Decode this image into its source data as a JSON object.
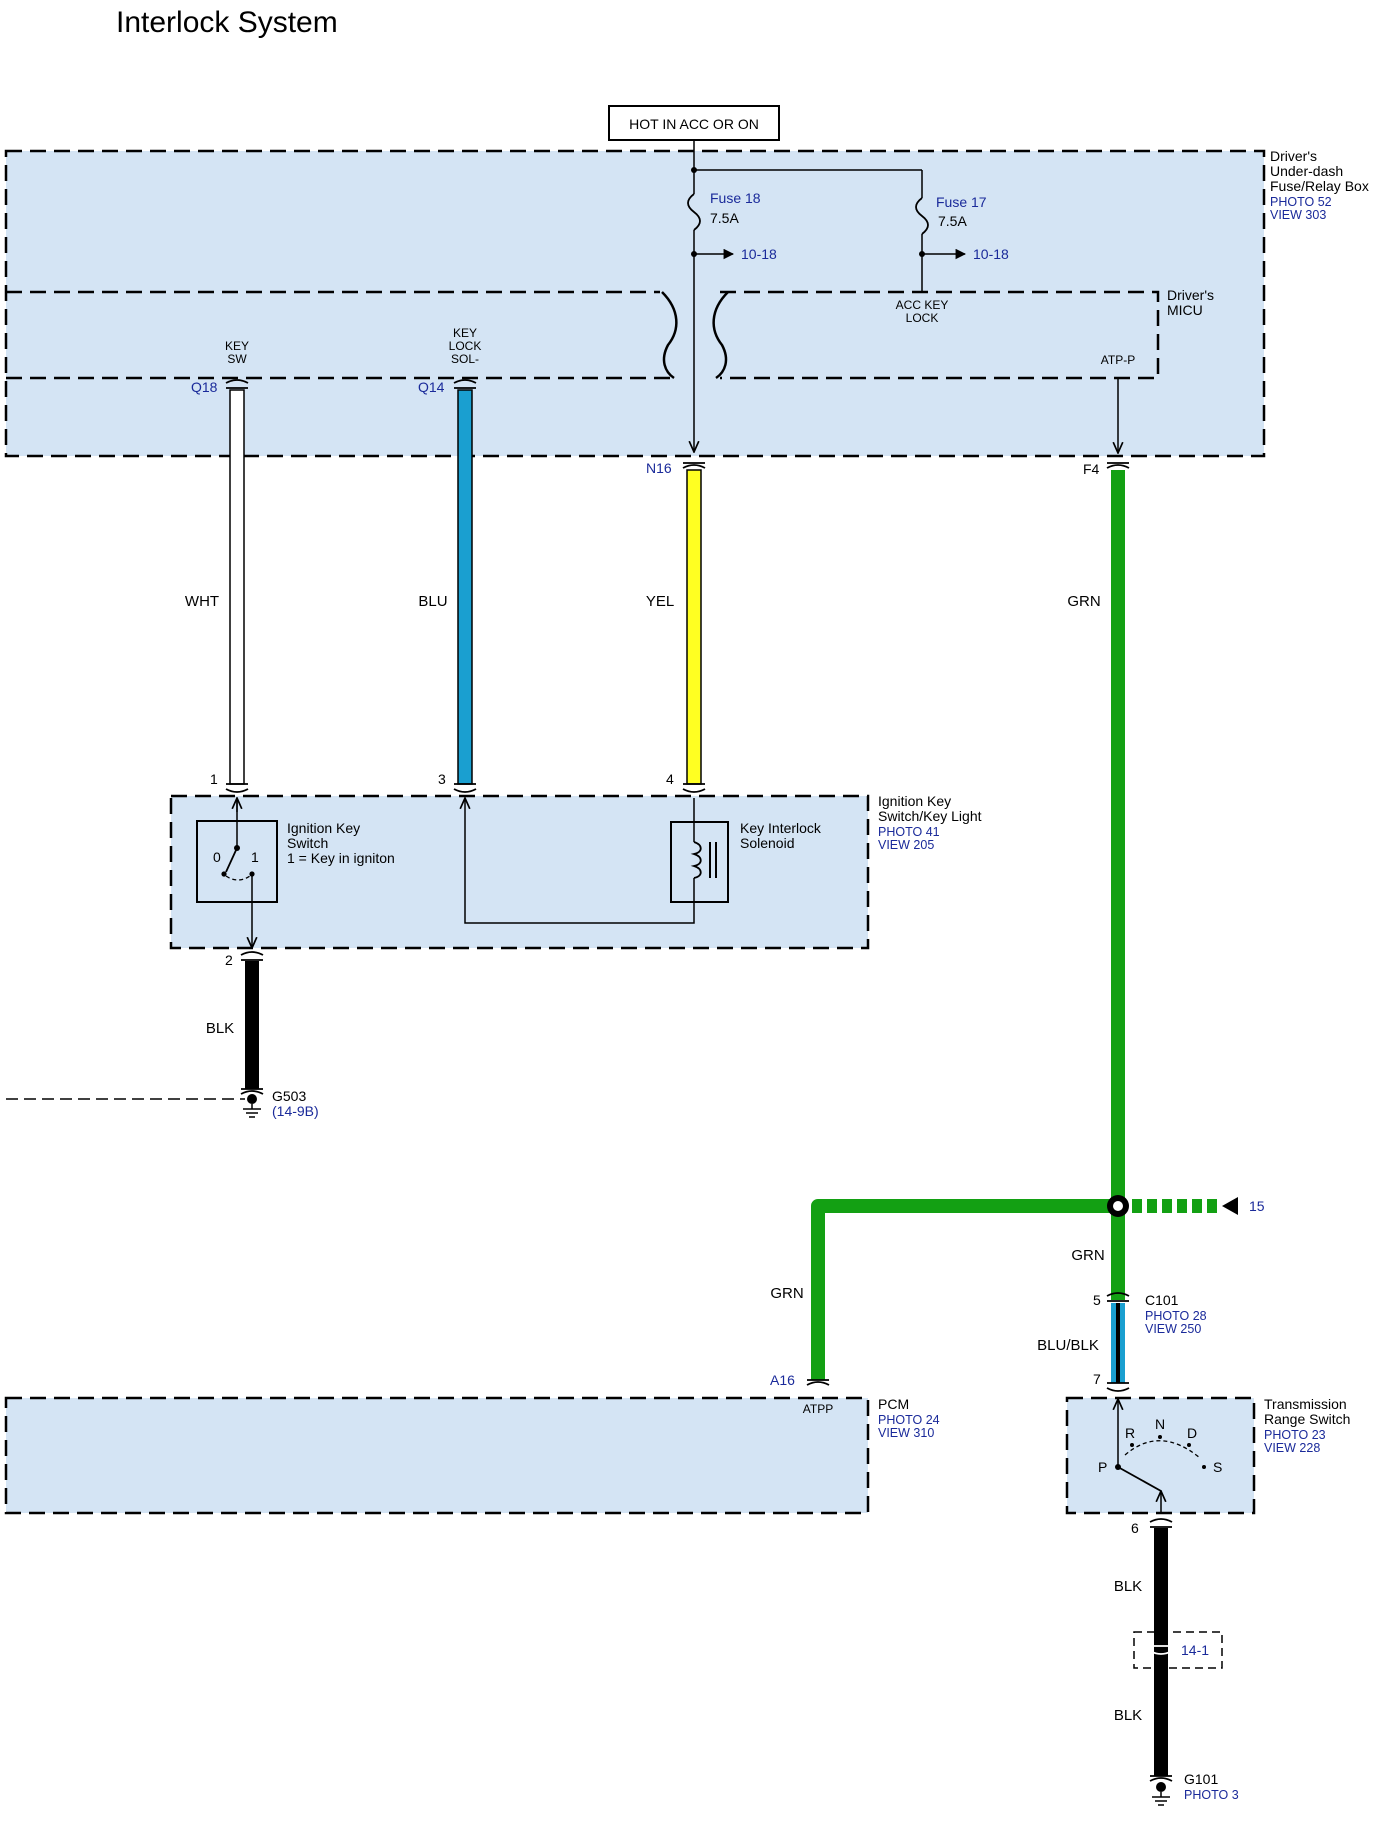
{
  "title": "Interlock System",
  "colors": {
    "box_fill": "#d4e4f4",
    "wire_white": "#ffffff",
    "wire_blue": "#1a9fd0",
    "wire_yellow": "#ffff22",
    "wire_green": "#13a013",
    "wire_black": "#000000",
    "link_text": "#1a2a9a"
  },
  "power": {
    "label": "HOT IN ACC OR ON"
  },
  "fuse_box": {
    "name_lines": [
      "Driver's",
      "Under-dash",
      "Fuse/Relay Box"
    ],
    "photo": "PHOTO 52",
    "view": "VIEW 303",
    "fuse18": {
      "name": "Fuse 18",
      "rating": "7.5A",
      "ref": "10-18"
    },
    "fuse17": {
      "name": "Fuse 17",
      "rating": "7.5A",
      "ref": "10-18"
    }
  },
  "micu": {
    "name_lines": [
      "Driver's",
      "MICU"
    ],
    "acc_key_lock": [
      "ACC KEY",
      "LOCK"
    ],
    "atp_p": "ATP-P",
    "key_sw": [
      "KEY",
      "SW"
    ],
    "key_lock_sol": [
      "KEY",
      "LOCK",
      "SOL-"
    ]
  },
  "connectors": {
    "q18": "Q18",
    "q14": "Q14",
    "n16": "N16",
    "f4": "F4",
    "a16": "A16",
    "atpp": "ATPP"
  },
  "wires": {
    "wht": "WHT",
    "blu": "BLU",
    "yel": "YEL",
    "grn_upper": "GRN",
    "grn_left": "GRN",
    "grn_lower": "GRN",
    "blk_ignition": "BLK",
    "blu_blk": "BLU/BLK",
    "blk_trs_upper": "BLK",
    "blk_trs_lower": "BLK"
  },
  "ignition_switch": {
    "name_lines": [
      "Ignition Key",
      "Switch/Key Light"
    ],
    "photo": "PHOTO 41",
    "view": "VIEW 205",
    "switch_lines": [
      "Ignition Key",
      "Switch",
      "1 = Key in igniton"
    ],
    "pos0": "0",
    "pos1": "1",
    "solenoid_lines": [
      "Key Interlock",
      "Solenoid"
    ],
    "pins": {
      "p1": "1",
      "p3": "3",
      "p4": "4",
      "p2": "2"
    }
  },
  "ground_g503": {
    "name": "G503",
    "ref": "(14-9B)"
  },
  "splice": {
    "ref": "15"
  },
  "c101": {
    "name": "C101",
    "photo": "PHOTO 28",
    "view": "VIEW 250",
    "pin_top": "5",
    "pin_bottom": "7"
  },
  "pcm": {
    "name": "PCM",
    "photo": "PHOTO 24",
    "view": "VIEW 310"
  },
  "trs": {
    "name_lines": [
      "Transmission",
      "Range Switch"
    ],
    "photo": "PHOTO 23",
    "view": "VIEW 228",
    "positions": [
      "P",
      "R",
      "N",
      "D",
      "S"
    ],
    "pin_bottom": "6"
  },
  "inline_ref": "14-1",
  "ground_g101": {
    "name": "G101",
    "photo": "PHOTO 3"
  }
}
